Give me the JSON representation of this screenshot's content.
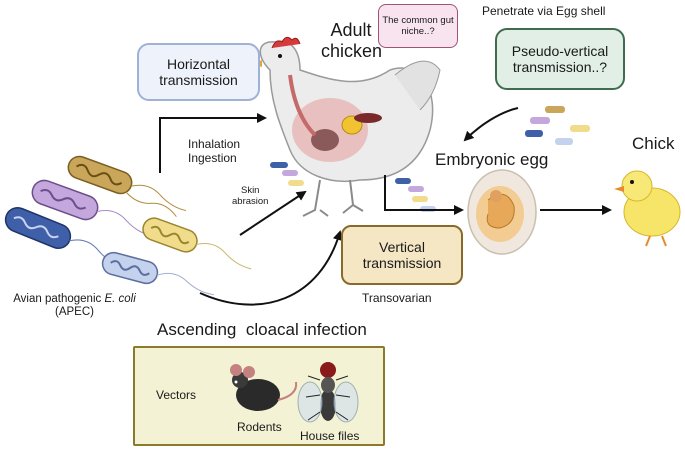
{
  "title_adult": "Adult\nchicken",
  "bubble_note": "The common gut\nniche..?",
  "penetrate_label": "Penetrate via Egg shell",
  "pseudo_box": "Pseudo-vertical\ntransmission..?",
  "horizontal_box": "Horizontal\ntransmission",
  "inhalation": "Inhalation\nIngestion",
  "skin": "Skin\nabrasion",
  "embryonic": "Embryonic egg",
  "chick": "Chick",
  "vertical_box": "Vertical\ntransmission",
  "transovarian": "Transovarian",
  "apec_prefix": "Avian pathogenic ",
  "apec_italic": "E. coli",
  "apec_suffix": "(APEC)",
  "ascending": "Ascending  cloacal infection",
  "vectors": "Vectors",
  "rodents": "Rodents",
  "house_files": "House files",
  "colors": {
    "horizontal_bg": "#eef2fa",
    "horizontal_border": "#9db2d6",
    "vertical_bg": "#f5e6c4",
    "vertical_border": "#8a6a2a",
    "pseudo_bg": "#e2efe6",
    "pseudo_border": "#3f6b4f",
    "bubble_bg": "#f7e4ef",
    "bubble_border": "#a0527a",
    "vectors_bg": "#f4f2d4",
    "vectors_border": "#8a7a2a"
  },
  "icons": [
    "bacteria-icon",
    "hen-icon",
    "egg-embryo-icon",
    "chick-icon",
    "mouse-icon",
    "fly-icon"
  ]
}
